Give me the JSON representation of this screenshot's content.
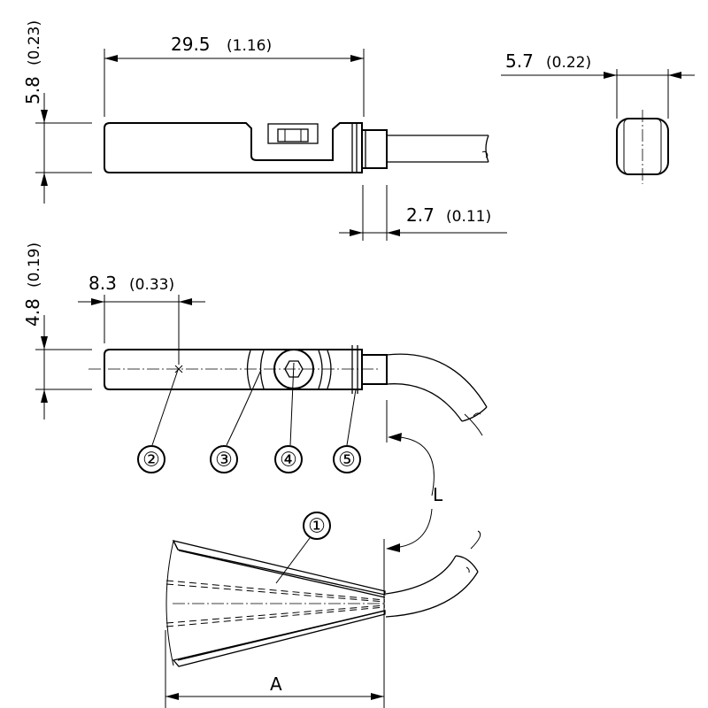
{
  "dimensions": {
    "length_mm": "29.5",
    "length_in": "(1.16)",
    "height_mm": "5.8",
    "height_in": "(0.23)",
    "width_mm": "5.7",
    "width_in": "(0.22)",
    "sleeve_mm": "2.7",
    "sleeve_in": "(0.11)",
    "bottom_height_mm": "4.8",
    "bottom_height_in": "(0.19)",
    "sensor_offset_mm": "8.3",
    "sensor_offset_in": "(0.33)"
  },
  "labels": {
    "bend_length": "L",
    "spread": "A"
  },
  "callouts": [
    "①",
    "②",
    "③",
    "④",
    "⑤"
  ]
}
